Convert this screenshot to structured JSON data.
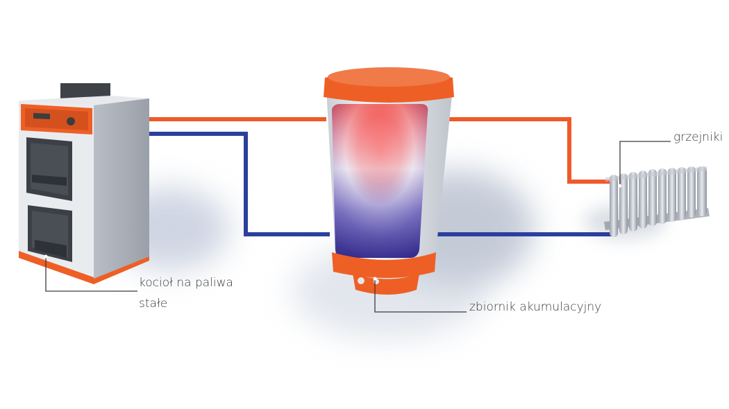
{
  "labels": {
    "boiler_line1": "kocioł na paliwa",
    "boiler_line2": "stałe",
    "tank": "zbiornik akumulacyjny",
    "radiators": "grzejniki"
  },
  "colors": {
    "hot_pipe": "#ef5a2a",
    "cold_pipe": "#2a3f9e",
    "accent_orange": "#ee5f26",
    "body_grey": "#d9dde2",
    "background": "#ffffff"
  }
}
